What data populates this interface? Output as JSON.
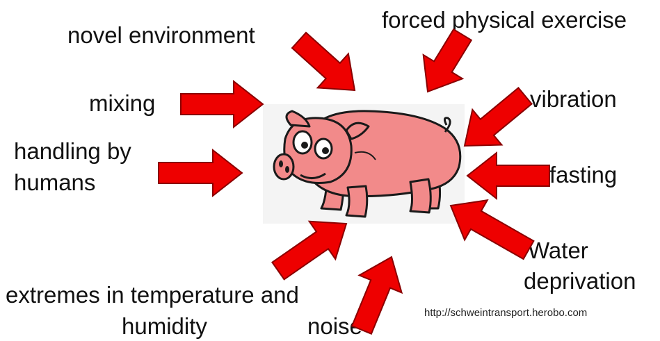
{
  "stressors": {
    "novel_environment": "novel environment",
    "forced_exercise": "forced physical exercise",
    "mixing": "mixing",
    "vibration": "vibration",
    "handling_line1": "handling by",
    "handling_line2": "humans",
    "fasting": "fasting",
    "water_line1": "Water",
    "water_line2": "deprivation",
    "extremes_line1": "extremes in temperature and",
    "extremes_line2": "humidity",
    "noise": "noise"
  },
  "credit": "http://schweintransport.herobo.com",
  "colors": {
    "arrow_fill": "#ee0000",
    "arrow_stroke": "#8a0000",
    "pig_body": "#f28a8a",
    "pig_outline": "#1a1a1a"
  },
  "icons": {
    "central": "pig-illustration",
    "pointer": "arrow-icon"
  }
}
